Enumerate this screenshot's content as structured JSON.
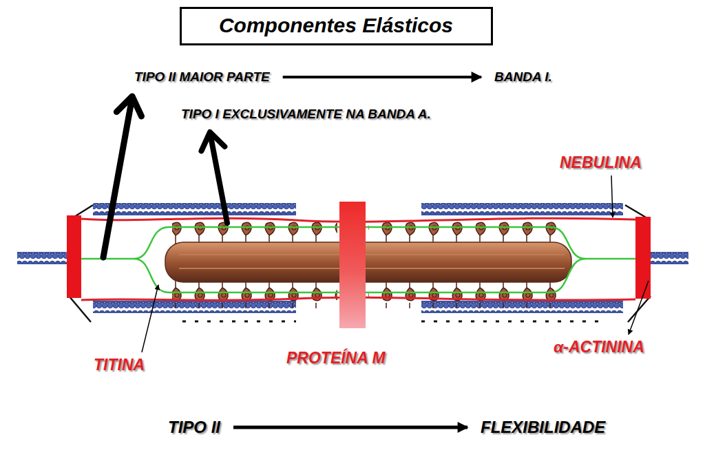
{
  "diagram": {
    "title": "Componentes Elásticos",
    "nodes": [
      {
        "text": [
          "TIPO II MAIOR PARTE"
        ]
      },
      {
        "text": [
          "BANDA I."
        ]
      },
      {
        "text": [
          "TIPO II"
        ]
      },
      {
        "text": [
          "FLEXIBILIDADE"
        ]
      }
    ],
    "edges": [
      {
        "from": 0,
        "to": 1,
        "arrow": "to"
      },
      {
        "from": 2,
        "to": 3,
        "arrow": "to"
      }
    ],
    "labels": [
      "TIPO I EXCLUSIVAMENTE NA BANDA A.",
      "NEBULINA",
      "TITINA",
      "PROTEÍNA M",
      "α-ACTININA"
    ]
  }
}
